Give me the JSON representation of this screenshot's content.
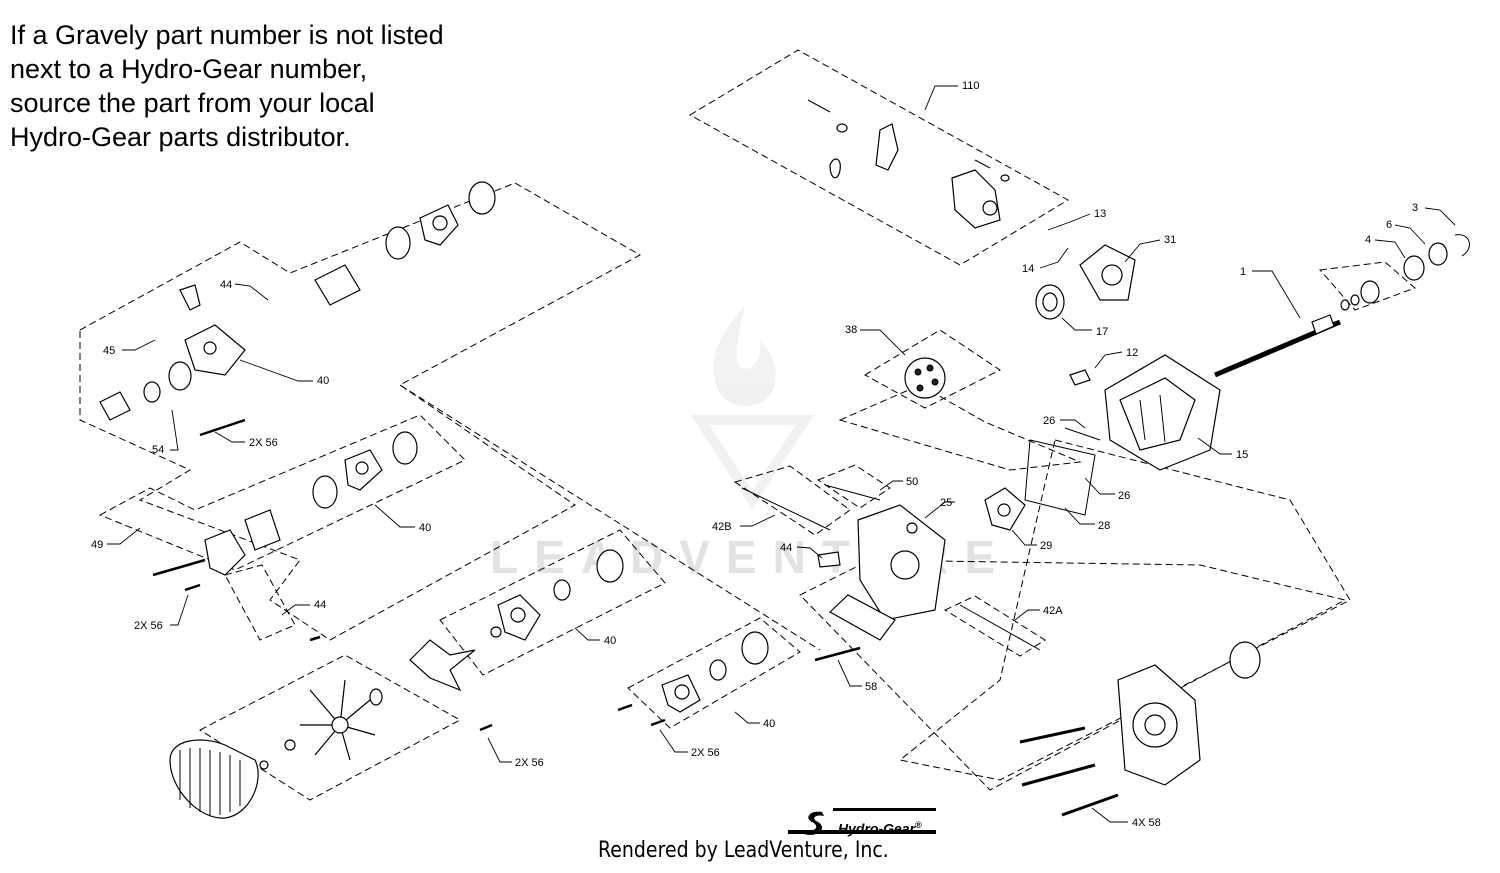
{
  "note": {
    "lines": [
      "If a Gravely part number is not listed",
      "next to a Hydro-Gear number,",
      "source the part from your local",
      "Hydro-Gear parts distributor."
    ]
  },
  "callouts": {
    "c110": "110",
    "c13": "13",
    "c14": "14",
    "c31": "31",
    "c3": "3",
    "c6": "6",
    "c4": "4",
    "c1": "1",
    "c17": "17",
    "c38": "38",
    "c12": "12",
    "c26a": "26",
    "c26b": "26",
    "c15": "15",
    "c28": "28",
    "c29": "29",
    "c25": "25",
    "c50": "50",
    "c42b": "42B",
    "c44c": "44",
    "c42a": "42A",
    "c58": "58",
    "c4x58": "4X 58",
    "c44a": "44",
    "c45": "45",
    "c40a": "40",
    "c54": "54",
    "c2x56a": "2X 56",
    "c49": "49",
    "c40b": "40",
    "c2x56b": "2X 56",
    "c44b": "44",
    "c40c": "40",
    "c40d": "40",
    "c2x56c": "2X 56",
    "c2x56d": "2X 56"
  },
  "watermark": {
    "text": "LEADVENTURE"
  },
  "logo": {
    "brand": "Hydro-Gear",
    "mark": "®"
  },
  "credit": "Rendered by LeadVenture, Inc.",
  "colors": {
    "ink": "#000000",
    "watermark": "#e2e2e2",
    "background": "#ffffff"
  }
}
